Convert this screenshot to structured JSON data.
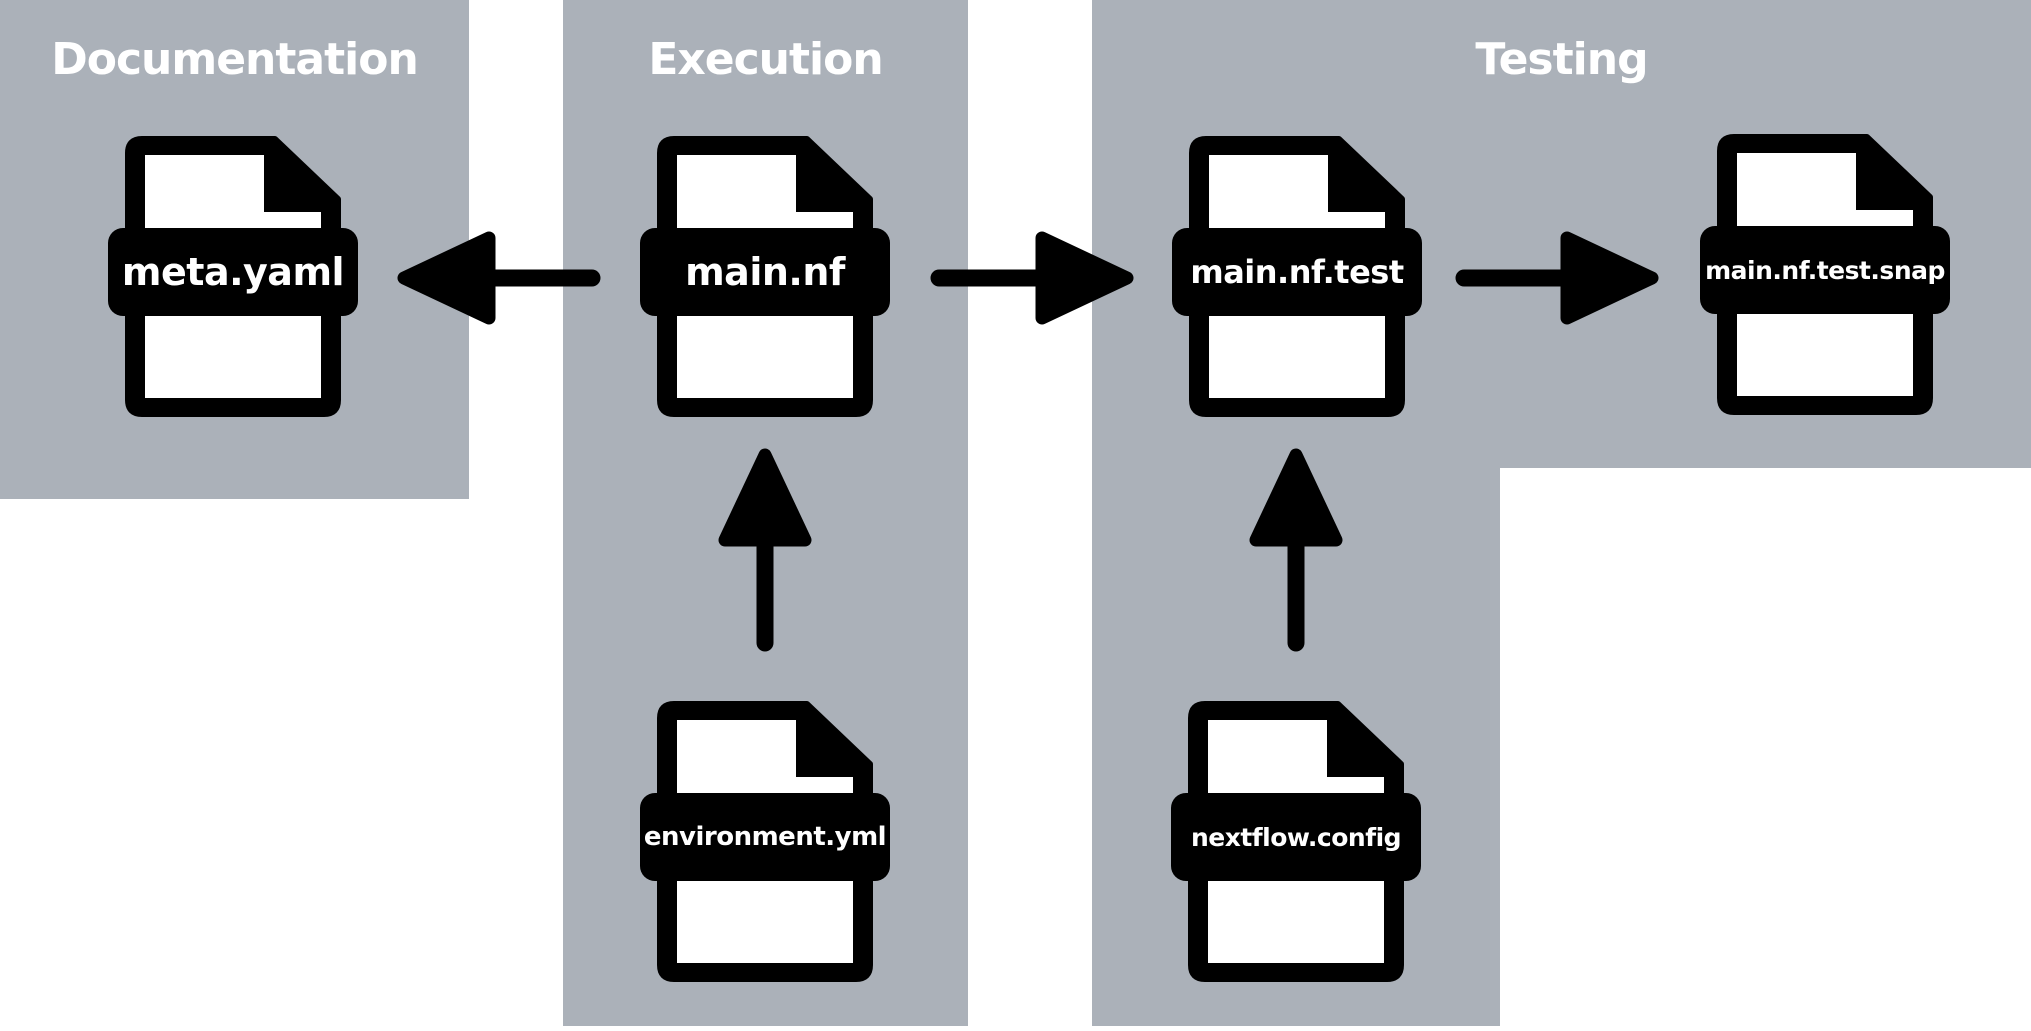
{
  "diagram": {
    "type": "file-structure-flow",
    "colors": {
      "panel_background": "#abb1b9",
      "icon_black": "#000000",
      "label_text": "#ffffff",
      "page_background": "#ffffff"
    },
    "panels": [
      {
        "id": "documentation",
        "label": "Documentation"
      },
      {
        "id": "execution",
        "label": "Execution"
      },
      {
        "id": "testing",
        "label": "Testing"
      }
    ],
    "files": [
      {
        "id": "meta-yaml",
        "name": "meta.yaml",
        "panel": "documentation"
      },
      {
        "id": "main-nf",
        "name": "main.nf",
        "panel": "execution"
      },
      {
        "id": "main-nf-test",
        "name": "main.nf.test",
        "panel": "testing"
      },
      {
        "id": "main-nf-test-snap",
        "name": "main.nf.test.snap",
        "panel": "testing"
      },
      {
        "id": "environment-yml",
        "name": "environment.yml",
        "panel": "execution"
      },
      {
        "id": "nextflow-config",
        "name": "nextflow.config",
        "panel": "testing"
      }
    ],
    "arrows": [
      {
        "from": "main.nf",
        "to": "meta.yaml",
        "direction": "left"
      },
      {
        "from": "main.nf",
        "to": "main.nf.test",
        "direction": "right"
      },
      {
        "from": "main.nf.test",
        "to": "main.nf.test.snap",
        "direction": "right"
      },
      {
        "from": "environment.yml",
        "to": "main.nf",
        "direction": "up"
      },
      {
        "from": "nextflow.config",
        "to": "main.nf.test",
        "direction": "up"
      }
    ]
  }
}
